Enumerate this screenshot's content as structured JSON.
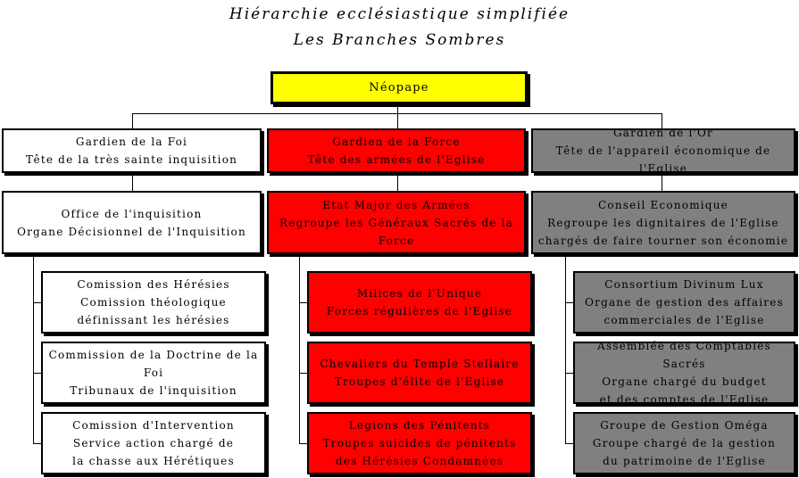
{
  "title": {
    "line1": "Hiérarchie ecclésiastique simplifiée",
    "line2": "Les Branches Sombres"
  },
  "root": {
    "label": "Néopape"
  },
  "branches": [
    {
      "color": "#ffffff",
      "head": {
        "title": "Gardien de la Foi",
        "subtitle": "Tête de la très sainte inquisition"
      },
      "office": {
        "title": "Office de l'inquisition",
        "subtitle": "Organe Décisionnel de l'Inquisition"
      },
      "units": [
        {
          "text": "Comission des Hérésies\nComission théologique\ndéfinissant les hérésies"
        },
        {
          "text": "Commission de la Doctrine de la Foi\nTribunaux de l'inquisition"
        },
        {
          "text": "Comission d'Intervention\nService action chargé de\nla chasse aux Hérétiques"
        }
      ]
    },
    {
      "color": "#ff0000",
      "head": {
        "title": "Gardien de la Force",
        "subtitle": "Tête des armées de l'Eglise"
      },
      "office": {
        "title": "Etat Major des Armées",
        "subtitle": "Regroupe les Généraux Sacrés de la Force"
      },
      "units": [
        {
          "text": "Milices de l'Unique\nForces régulières de l'Eglise"
        },
        {
          "text": "Chevaliers du Temple Stellaire\nTroupes d'élite de l'Eglise"
        },
        {
          "text": "Legions des Pénitents\nTroupes suicides de pénitents\ndes Hérésies Condamnées"
        }
      ]
    },
    {
      "color": "#808080",
      "head": {
        "title": "Gardien de l'Or",
        "subtitle": "Tête de l'appareil économique de l'Eglise"
      },
      "office": {
        "title": "Conseil Economique",
        "subtitle": "Regroupe les dignitaires de l'Eglise\nchargés de faire tourner son économie"
      },
      "units": [
        {
          "text": "Consortium Divinum Lux\nOrgane de gestion des affaires\ncommerciales de l'Eglise"
        },
        {
          "text": "Assemblée des Comptables Sacrés\nOrgane chargé du budget\net des comptes de l'Eglise"
        },
        {
          "text": "Groupe de Gestion Oméga\nGroupe chargé de la gestion\ndu patrimoine de l'Eglise"
        }
      ]
    }
  ]
}
